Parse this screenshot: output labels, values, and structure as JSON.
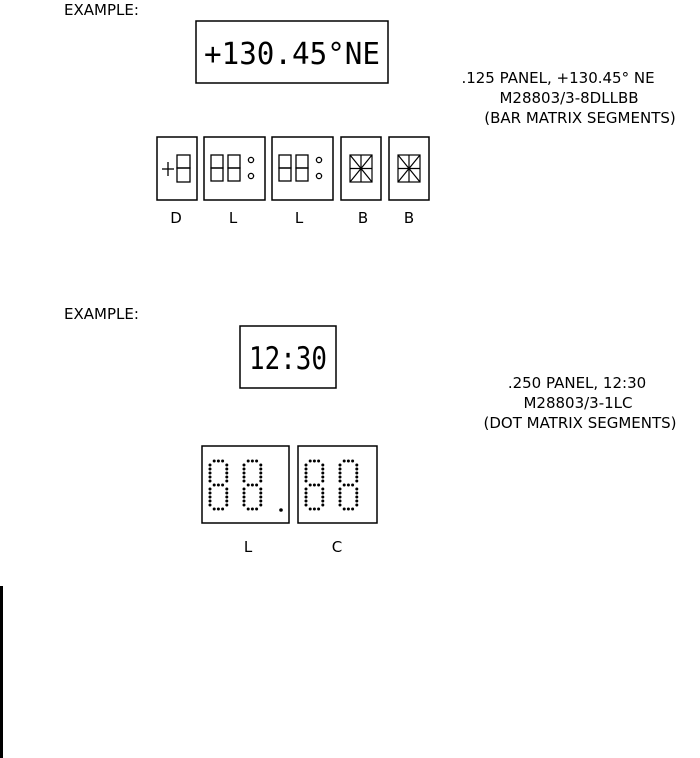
{
  "example1": {
    "heading": "EXAMPLE:",
    "display_text": "+130.45°NE",
    "description": [
      ".125 PANEL, +130.45° NE",
      "M28803/3-8DLLBB",
      "(BAR MATRIX SEGMENTS)"
    ],
    "modules": [
      {
        "type": "D",
        "glyph": "+8"
      },
      {
        "type": "L",
        "glyph": "88:"
      },
      {
        "type": "L",
        "glyph": "88:"
      },
      {
        "type": "B",
        "glyph": "※"
      },
      {
        "type": "B",
        "glyph": "※"
      }
    ]
  },
  "example2": {
    "heading": "EXAMPLE:",
    "display_text": "12:30",
    "description": [
      ".250 PANEL, 12:30",
      "M28803/3-1LC",
      "(DOT MATRIX SEGMENTS)"
    ],
    "modules": [
      {
        "type": "L"
      },
      {
        "type": "C"
      }
    ]
  }
}
